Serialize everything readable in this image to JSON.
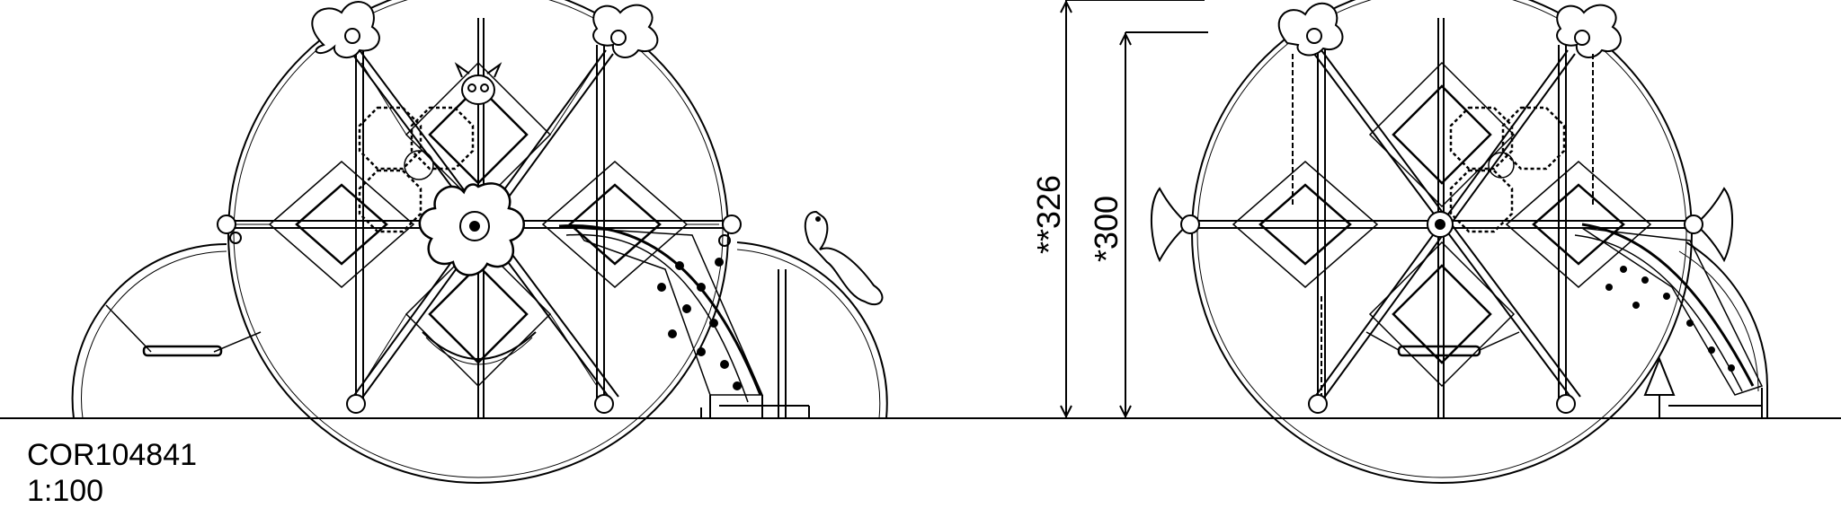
{
  "drawing": {
    "product_code": "COR104841",
    "scale": "1:100",
    "dimensions": {
      "overall_height": "**326",
      "platform_height": "*300"
    }
  },
  "colors": {
    "line": "#000000",
    "background": "#ffffff"
  }
}
